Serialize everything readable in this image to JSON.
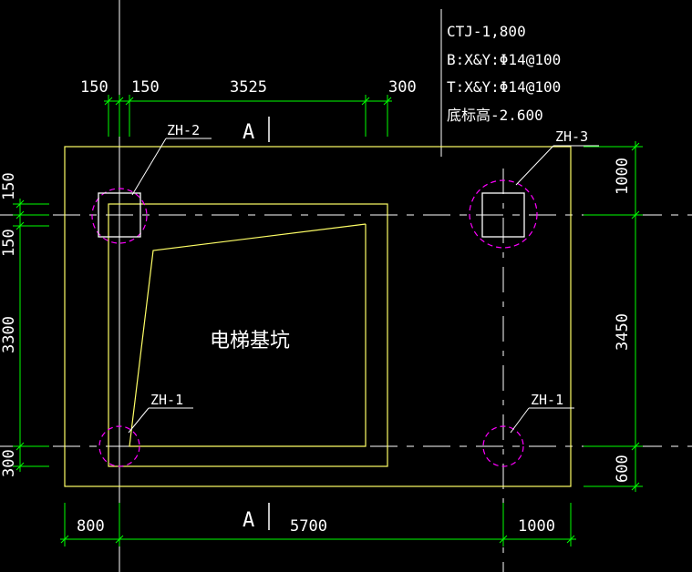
{
  "colors": {
    "background": "#000000",
    "dimension_line": "#00ff00",
    "outline": "#ffff66",
    "text": "#ffffff",
    "pile_circle": "#ff00ff",
    "axis": "#ffffff"
  },
  "notes": {
    "line1": "CTJ-1,800",
    "line2": "B:X&Y:Φ14@100",
    "line3": "T:X&Y:Φ14@100",
    "line4": "底标高-2.600"
  },
  "dimensions": {
    "top": [
      "150",
      "150",
      "3525",
      "300"
    ],
    "bottom": [
      "800",
      "5700",
      "1000"
    ],
    "left": [
      "150",
      "150",
      "3300",
      "300"
    ],
    "right": [
      "1000",
      "3450",
      "600"
    ]
  },
  "section_marks": {
    "top": "A",
    "bottom": "A"
  },
  "piles": {
    "top_left": "ZH-2",
    "top_right": "ZH-3",
    "bottom_left": "ZH-1",
    "bottom_right": "ZH-1"
  },
  "room_label": "电梯基坑"
}
